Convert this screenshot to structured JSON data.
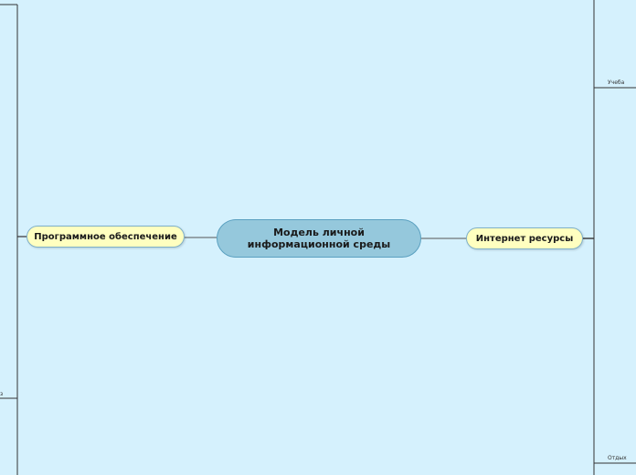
{
  "diagram": {
    "central_topic": "Модель личной информационной среды",
    "left_topic": "Программное обеспечение",
    "right_topic": "Интернет ресурсы",
    "right_subtopics": [
      "Учеба",
      "Отдых"
    ],
    "left_subtopics_partial": [
      "",
      "з"
    ]
  },
  "colors": {
    "background": "#d5f1fd",
    "central_fill": "#95c8dc",
    "topic_fill": "#ffffc0",
    "connector": "#3a3a3a"
  }
}
